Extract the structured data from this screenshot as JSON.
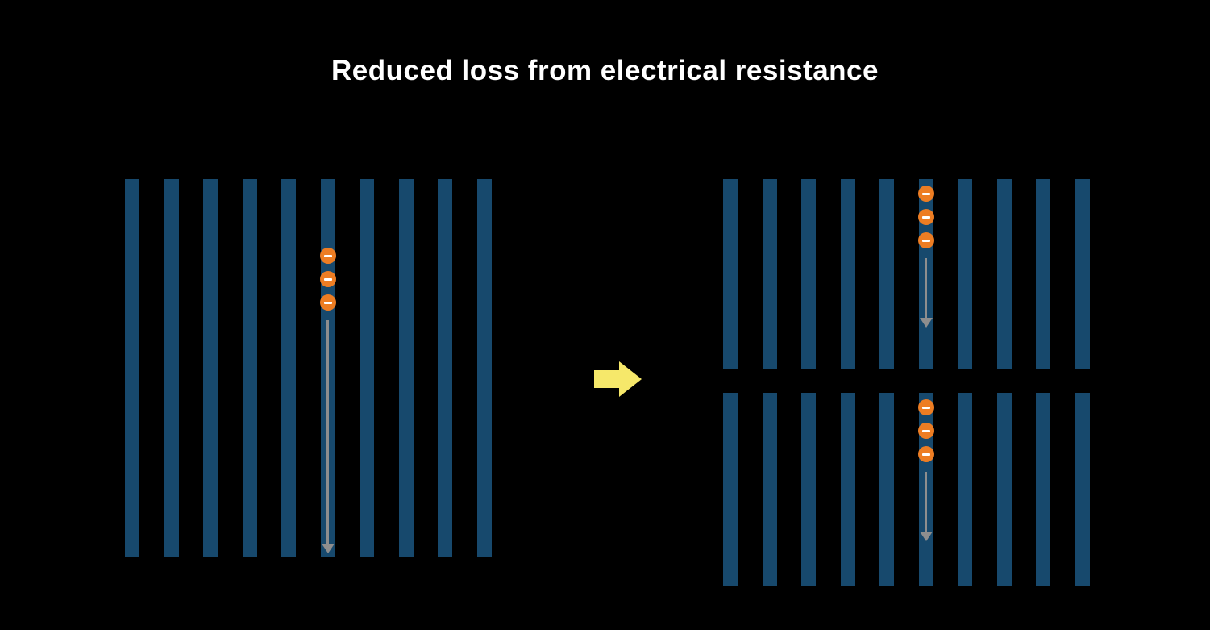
{
  "title": "Reduced loss from electrical resistance",
  "colors": {
    "background": "#000000",
    "title_text": "#ffffff",
    "bar": "#17496d",
    "electron": "#ed7d23",
    "electron_symbol": "#ffffff",
    "flow_arrow": "#8e8e8e",
    "transform_arrow": "#f6e86a"
  },
  "icons": {
    "electron": "minus-circle",
    "flow": "down-arrow",
    "transform": "right-arrow"
  },
  "diagram": {
    "left_panel": {
      "bars": 10,
      "electron_bar_index": 5,
      "electron_count": 3
    },
    "right_panels": [
      {
        "bars": 10,
        "electron_bar_index": 5,
        "electron_count": 3
      },
      {
        "bars": 10,
        "electron_bar_index": 5,
        "electron_count": 3
      }
    ]
  }
}
